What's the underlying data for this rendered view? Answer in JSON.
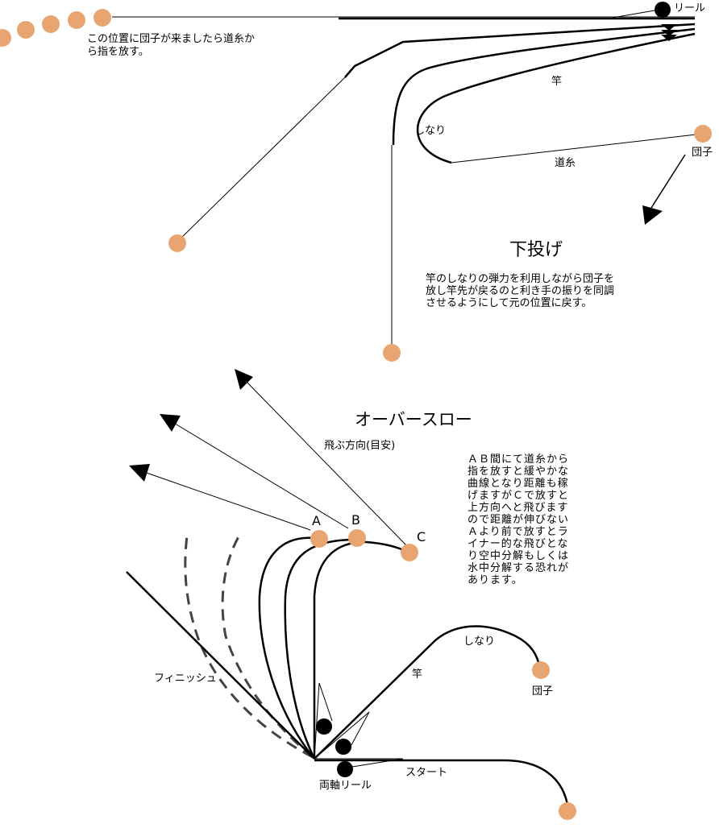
{
  "underhand": {
    "label_reel": "リール",
    "note_release": "この位置に団子が来ましたら道糸か\nら指を放す。",
    "label_rod": "竿",
    "label_flex": "しなり",
    "label_line": "道糸",
    "label_bait": "団子",
    "title": "下投げ",
    "description": "竿のしなりの弾力を利用しながら団子を\n放し竿先が戻るのと利き手の振りを同調\nさせるようにして元の位置に戻す。"
  },
  "overhead": {
    "title": "オーバースロー",
    "label_direction": "飛ぶ方向(目安)",
    "point_a": "A",
    "point_b": "B",
    "point_c": "C",
    "note": "ＡＢ間にて道糸から\n指を放すと緩やかな\n曲線となり距離も稼\nげますがＣで放すと\n上方向へと飛びます\nので距離が伸びない\nＡより前で放すとラ\nイナー的な飛びとな\nり空中分解もしくは\n水中分解する恐れが\nあります。",
    "label_finish": "フィニッシュ",
    "label_flex": "しなり",
    "label_rod": "竿",
    "label_bait": "団子",
    "label_start": "スタート",
    "label_reel": "両軸リール"
  },
  "colors": {
    "bait": "#E8A572",
    "line": "#000000",
    "dashed": "#444444"
  }
}
